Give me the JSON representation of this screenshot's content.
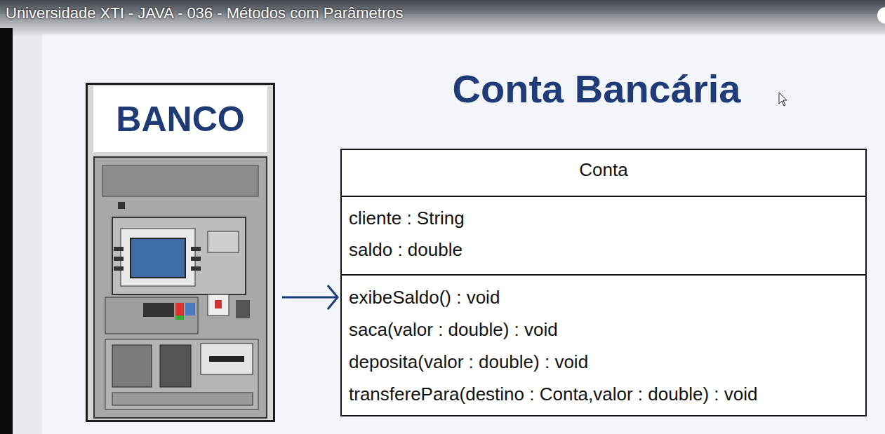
{
  "diagram": {
    "title": "Conta Bancária",
    "nodes": [
      {
        "text": [
          "BANCO"
        ]
      },
      {
        "text": [
          "Conta"
        ]
      },
      {
        "text": [
          "cliente : String",
          "saldo : double"
        ],
        "in": 1
      },
      {
        "text": [
          "exibeSaldo() : void",
          "saca(valor : double) : void",
          "deposita(valor : double) : void",
          "transferePara(destino : Conta,valor : double) : void"
        ],
        "in": 1
      }
    ],
    "edges": [
      {
        "from": 0,
        "to": 3,
        "arrow": "to"
      }
    ],
    "labels": [
      "Universidade XTI - JAVA - 036 - Métodos com Parâmetros"
    ]
  }
}
